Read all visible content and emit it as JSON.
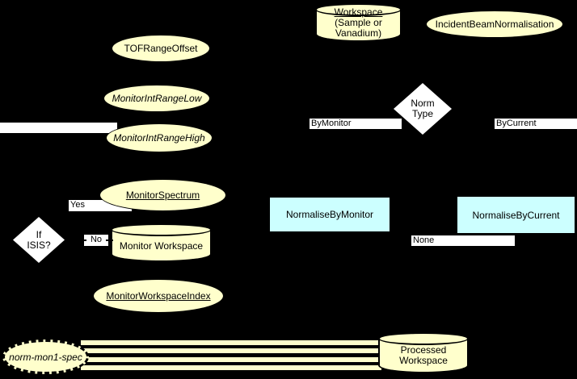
{
  "diagram": {
    "background": "#000000",
    "colors": {
      "parameter_fill": "#ffffcc",
      "process_fill": "#ccffff",
      "decision_fill": "#ffffff",
      "edge_label_bg": "#ffffff",
      "text": "#000000"
    },
    "nodes": {
      "workspace_cylinder": {
        "lines": [
          "Workspace",
          "(Sample or",
          "Vanadium)"
        ]
      },
      "incident_beam_normalisation": {
        "label": "IncidentBeamNormalisation"
      },
      "tof_range_offset": {
        "label": "TOFRangeOffset"
      },
      "monitor_int_range_low": {
        "label": "MonitorIntRangeLow"
      },
      "monitor_int_range_high": {
        "label": "MonitorIntRangeHigh"
      },
      "norm_type_decision": {
        "lines": [
          "Norm",
          "Type"
        ]
      },
      "monitor_spectrum": {
        "label": "MonitorSpectrum"
      },
      "if_isis_decision": {
        "lines": [
          "If",
          "ISIS?"
        ]
      },
      "monitor_workspace": {
        "label": "Monitor Workspace"
      },
      "normalise_by_monitor": {
        "label": "NormaliseByMonitor"
      },
      "normalise_by_current": {
        "label": "NormaliseByCurrent"
      },
      "monitor_workspace_index": {
        "label": "MonitorWorkspaceIndex"
      },
      "norm_mon1_spec": {
        "label": "norm-mon1-spec"
      },
      "processed_workspace": {
        "lines": [
          "Processed",
          "Workspace"
        ]
      }
    },
    "edge_labels": {
      "by_monitor": "ByMonitor",
      "by_current": "ByCurrent",
      "yes": "Yes",
      "no": "No",
      "none": "None"
    }
  }
}
